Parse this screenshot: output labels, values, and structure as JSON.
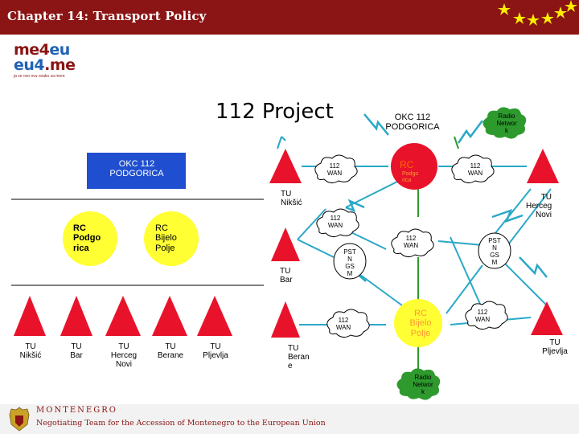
{
  "header": {
    "title": "Chapter 14: Transport Policy"
  },
  "logo": {
    "line1_a": "me4",
    "line1_b": "eu",
    "line2_a": "eu4",
    "line2_b": ".me",
    "tagline": "ja se ovo ovu ovako za more"
  },
  "diagram": {
    "title": "112 Project",
    "okc_box": "OKC 112\nPODGORICA",
    "okc_right": "OKC 112\nPODGORICA",
    "radio_top": "Radio\nNetwor\nk",
    "radio_bottom": "Radio\nNetwor\nk",
    "rc_top": "RC",
    "rc_top_sub": "Podgo\nrica",
    "rc_podgorica": "RC\nPodgo\nrica",
    "rc_bijelo_left": "RC\nBijelo\nPolje",
    "rc_bijelo_center": "RC\nBijelo\nPolje",
    "wan_1": "112\nWAN",
    "wan_2": "112\nWAN",
    "wan_3": "112\nWAN",
    "wan_4": "112\nWAN",
    "wan_5": "112\nWAN",
    "wan_6": "112\nWAN",
    "pstn_left": "PST\nN\nGS\nM",
    "pstn_right": "PST\nN\nGS\nM",
    "tu_niksic_mid": "TU\nNikšić",
    "tu_bar_mid": "TU\nBar",
    "tu_berane_mid": "TU\nBeran\ne",
    "tu_herceg_right": "TU\nHerceg\nNovi",
    "tu_pljevlja_right": "TU\nPljevlja",
    "tu_row": [
      "TU\nNikšić",
      "TU\nBar",
      "TU\nHerceg\nNovi",
      "TU\nBerane",
      "TU\nPljevlja"
    ]
  },
  "colors": {
    "header": "#8b1414",
    "triangle": "#e8132b",
    "circle": "#ffff33",
    "box": "#1f4fd0",
    "cloud": "#2e9a2e",
    "line": "#2aa8c8",
    "green_line": "#2e9a2e"
  },
  "footer": {
    "country": "MONTENEGRO",
    "subtitle": "Negotiating Team for the Accession of Montenegro to the European Union"
  }
}
